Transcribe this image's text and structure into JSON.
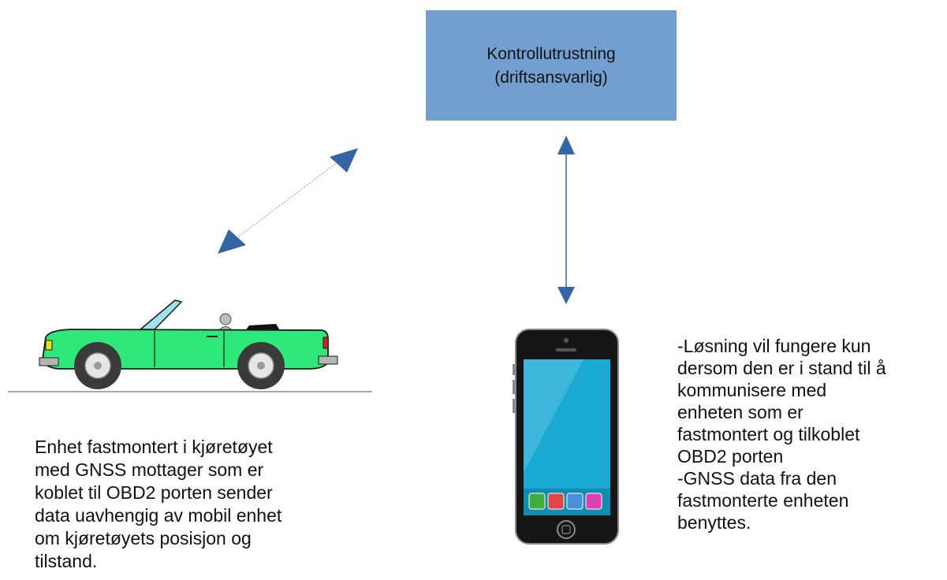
{
  "control_box": {
    "line1": "Kontrollutrustning",
    "line2": "(driftsansvarlig)",
    "fill_color": "#729fcf"
  },
  "arrow_color": "#3465a4",
  "car": {
    "body_color": "#2ee87a",
    "description_lines": [
      "Enhet fastmontert i kjøretøyet",
      "med GNSS mottager som er",
      "koblet til OBD2 porten sender",
      "data uavhengig av mobil enhet",
      "om kjøretøyets posisjon og",
      "tilstand."
    ]
  },
  "phone": {
    "screen_color": "#1aa9d2",
    "description_lines": [
      "-Løsning vil fungere kun",
      "dersom den er i stand til å",
      "kommunisere med",
      "enheten som er",
      "fastmontert og tilkoblet",
      "OBD2 porten",
      "-GNSS data fra den",
      "fastmonterte enheten",
      "benyttes."
    ]
  }
}
